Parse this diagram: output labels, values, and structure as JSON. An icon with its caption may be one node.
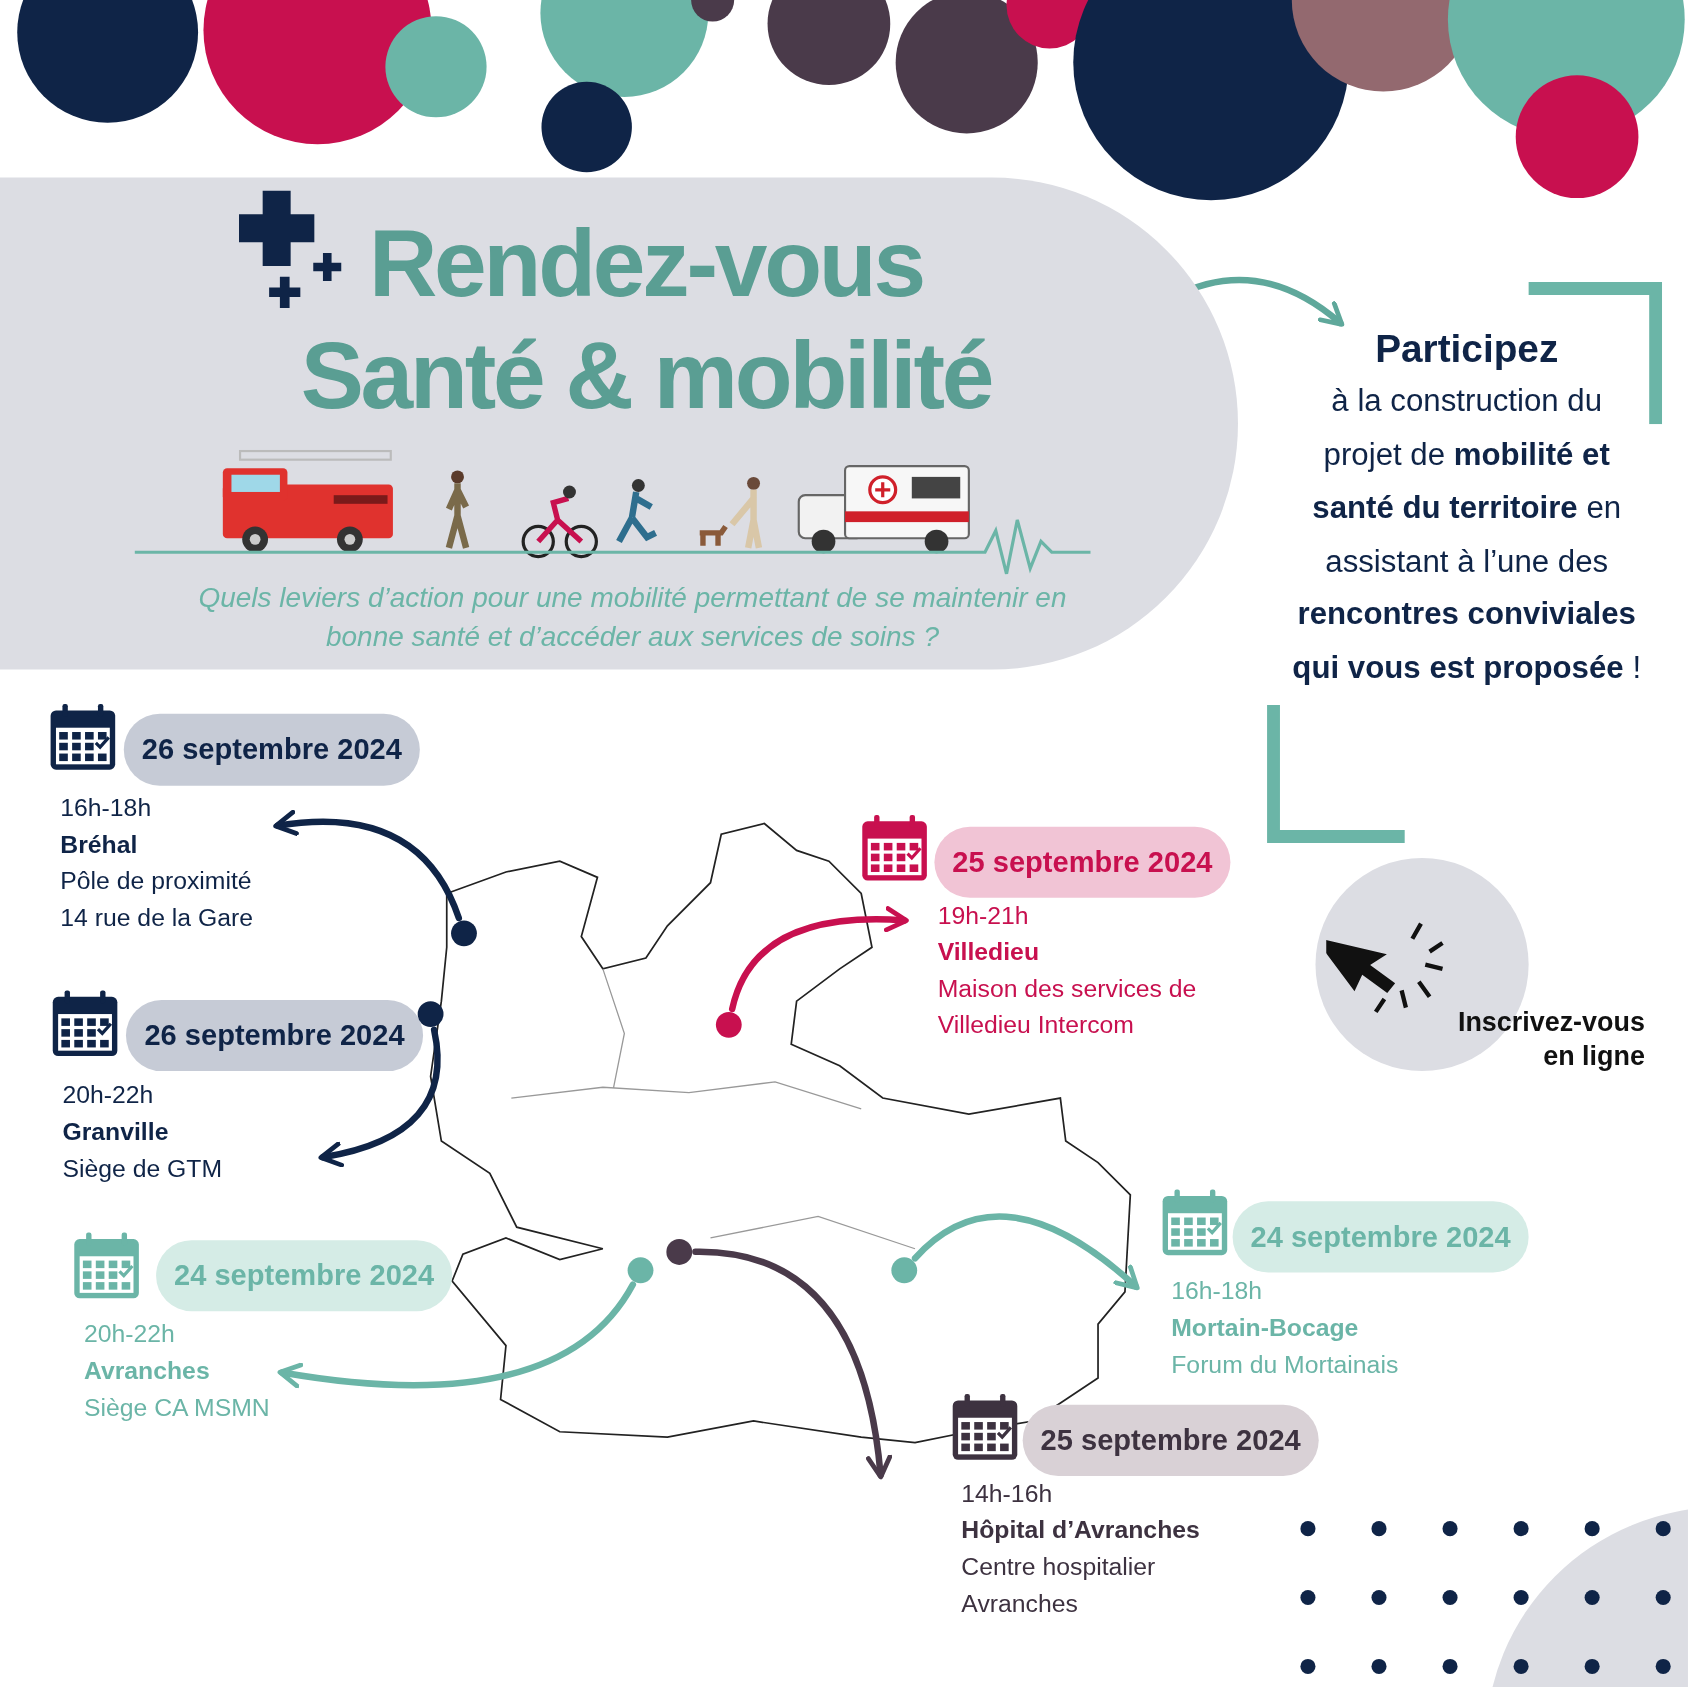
{
  "diagram": {
    "title": "Rendez-vous Santé & mobilité",
    "nodes": [
      {
        "text": [
          "Quels leviers d’action pour une mobilité permettant de se maintenir en bonne santé et d’accéder aux services de soins ?"
        ]
      },
      {
        "text": [
          "Participez",
          "à la construction du projet de **mobilité et santé du territoire** en assistant à l’une des **rencontres conviviales qui vous est proposée** !"
        ]
      },
      {
        "text": [
          "26 septembre 2024"
        ]
      },
      {
        "text": [
          "16h-18h",
          "Bréhal",
          "Pôle de proximité",
          "14 rue de la Gare"
        ]
      },
      {
        "text": [
          "26 septembre 2024"
        ]
      },
      {
        "text": [
          "20h-22h",
          "Granville",
          "Siège de GTM"
        ]
      },
      {
        "text": [
          "24 septembre 2024"
        ]
      },
      {
        "text": [
          "20h-22h",
          "Avranches",
          "Siège CA MSMN"
        ]
      },
      {
        "text": [
          "25 septembre 2024"
        ]
      },
      {
        "text": [
          "19h-21h",
          "Villedieu",
          "Maison des services de Villedieu Intercom"
        ]
      },
      {
        "text": [
          "24 septembre 2024"
        ]
      },
      {
        "text": [
          "16h-18h",
          "Mortain-Bocage",
          "Forum du Mortainais"
        ]
      },
      {
        "text": [
          "25 septembre 2024"
        ]
      },
      {
        "text": [
          "14h-16h",
          "Hôpital d’Avranches",
          "Centre hospitalier Avranches"
        ]
      },
      {
        "text": [],
        "shape": "circle"
      },
      {
        "text": [],
        "shape": "circle"
      },
      {
        "text": [],
        "shape": "circle"
      },
      {
        "text": [],
        "shape": "circle"
      },
      {
        "text": [],
        "shape": "circle"
      },
      {
        "text": [],
        "shape": "circle"
      }
    ],
    "edges": [
      {
        "from": 0,
        "to": 1,
        "arrow": "to",
        "color": "#5fa89b"
      },
      {
        "from": 14,
        "to": 3,
        "arrow": "to",
        "color": "#0f2447"
      },
      {
        "from": 15,
        "to": 5,
        "arrow": "to",
        "color": "#0f2447"
      },
      {
        "from": 16,
        "to": 9,
        "arrow": "to",
        "color": "#c8104f"
      },
      {
        "from": 17,
        "to": 7,
        "arrow": "to",
        "color": "#6bb5a7"
      },
      {
        "from": 18,
        "to": 13,
        "arrow": "to",
        "color": "#4a3a4a"
      },
      {
        "from": 19,
        "to": 11,
        "arrow": "to",
        "color": "#6bb5a7"
      }
    ],
    "labels": [
      "Inscrivez-vous en ligne"
    ]
  }
}
